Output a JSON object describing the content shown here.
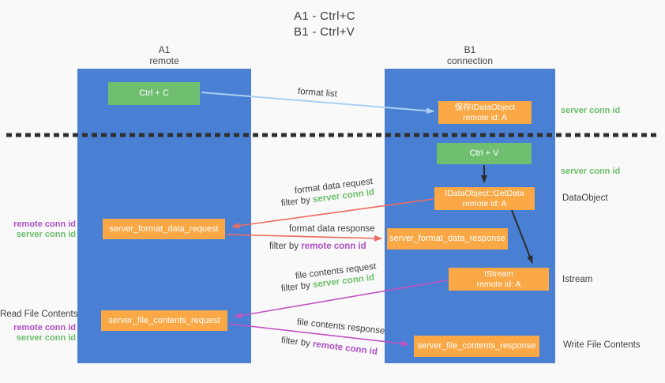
{
  "title": {
    "line1": "A1 - Ctrl+C",
    "line2": "B1 - Ctrl+V"
  },
  "columns": {
    "a1": {
      "name": "A1",
      "subtitle": "remote"
    },
    "b1": {
      "name": "B1",
      "subtitle": "connection"
    }
  },
  "nodes": {
    "ctrl_c": "Ctrl + C",
    "ctrl_v": "Ctrl + V",
    "save_dataobject": {
      "line1": "保存IDataObject",
      "line2": "remote id: A"
    },
    "getdata": {
      "line1": "IDataObject::GetData",
      "line2": "remote id: A"
    },
    "istream": {
      "line1": "IStream",
      "line2": "remote id: A"
    },
    "format_request": "server_format_data_request",
    "format_response": "server_format_data_response",
    "file_request": "server_file_contents_request",
    "file_response": "server_file_contents_response"
  },
  "labels": {
    "format_list": "format list",
    "format_data_request": "format data request",
    "format_data_response": "format data response",
    "file_contents_request": "file contents request",
    "file_contents_response": "file contents response",
    "filter_by": "filter by",
    "server_conn_id": "server conn id",
    "remote_conn_id": "remote conn id"
  },
  "side_labels": {
    "right_server_conn_id_1": "server conn id",
    "right_server_conn_id_2": "server conn id",
    "right_dataobject": "DataObject",
    "right_istream": "Istream",
    "right_write_file_contents": "Write File Contents",
    "left_remote_conn_id_1": "remote conn id",
    "left_server_conn_id_1": "server conn id",
    "left_read_file_contents": "Read File Contents",
    "left_remote_conn_id_2": "remote conn id",
    "left_server_conn_id_2": "server conn id"
  },
  "colors": {
    "background": "#f9f9f9",
    "column_blue": "#4a80d4",
    "box_green": "#70bf71",
    "box_orange": "#f9a845",
    "green_text": "#6abf69",
    "purple_text": "#ac4fc5",
    "arrow_blue": "#a9cff2",
    "arrow_red": "#ed6a5f",
    "arrow_magenta": "#c253c2",
    "arrow_black": "#2d2d2d",
    "dotted_line": "#2f2f2f",
    "dark_text": "#3c3c3c"
  }
}
